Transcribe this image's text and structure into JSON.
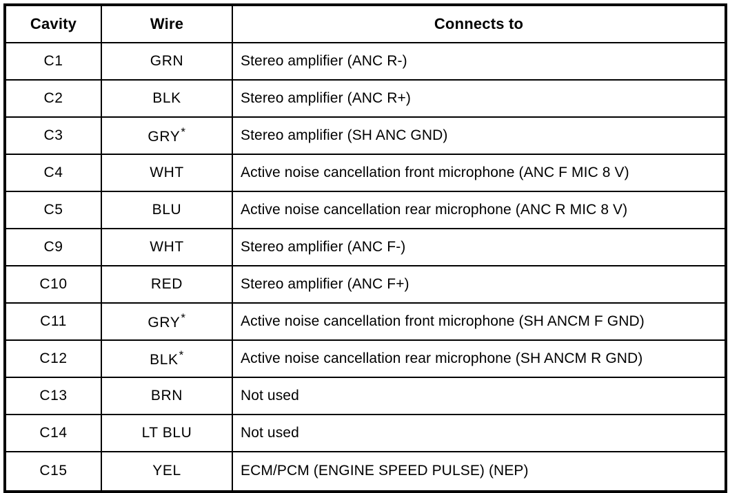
{
  "table": {
    "columns": [
      {
        "key": "cavity",
        "label": "Cavity",
        "align": "center"
      },
      {
        "key": "wire",
        "label": "Wire",
        "align": "center"
      },
      {
        "key": "connect",
        "label": "Connects to",
        "align": "center"
      }
    ],
    "footnote_marker": "*",
    "rows": [
      {
        "cavity": "C1",
        "wire": "GRN",
        "wire_marker": "",
        "connect": "Stereo amplifier (ANC R-)"
      },
      {
        "cavity": "C2",
        "wire": "BLK",
        "wire_marker": "",
        "connect": "Stereo amplifier (ANC R+)"
      },
      {
        "cavity": "C3",
        "wire": "GRY",
        "wire_marker": "*",
        "connect": "Stereo amplifier (SH ANC GND)"
      },
      {
        "cavity": "C4",
        "wire": "WHT",
        "wire_marker": "",
        "connect": "Active noise cancellation front microphone (ANC F MIC 8 V)"
      },
      {
        "cavity": "C5",
        "wire": "BLU",
        "wire_marker": "",
        "connect": "Active noise cancellation rear microphone (ANC R MIC 8 V)"
      },
      {
        "cavity": "C9",
        "wire": "WHT",
        "wire_marker": "",
        "connect": "Stereo amplifier (ANC F-)"
      },
      {
        "cavity": "C10",
        "wire": "RED",
        "wire_marker": "",
        "connect": "Stereo amplifier (ANC F+)"
      },
      {
        "cavity": "C11",
        "wire": "GRY",
        "wire_marker": "*",
        "connect": "Active noise cancellation front microphone (SH ANCM F GND)"
      },
      {
        "cavity": "C12",
        "wire": "BLK",
        "wire_marker": "*",
        "connect": "Active noise cancellation rear microphone (SH ANCM R GND)"
      },
      {
        "cavity": "C13",
        "wire": "BRN",
        "wire_marker": "",
        "connect": "Not used"
      },
      {
        "cavity": "C14",
        "wire": "LT BLU",
        "wire_marker": "",
        "connect": "Not used"
      },
      {
        "cavity": "C15",
        "wire": "YEL",
        "wire_marker": "",
        "connect": "ECM/PCM (ENGINE SPEED PULSE) (NEP)"
      }
    ]
  },
  "style": {
    "ink": "#000000",
    "paper": "#ffffff"
  }
}
